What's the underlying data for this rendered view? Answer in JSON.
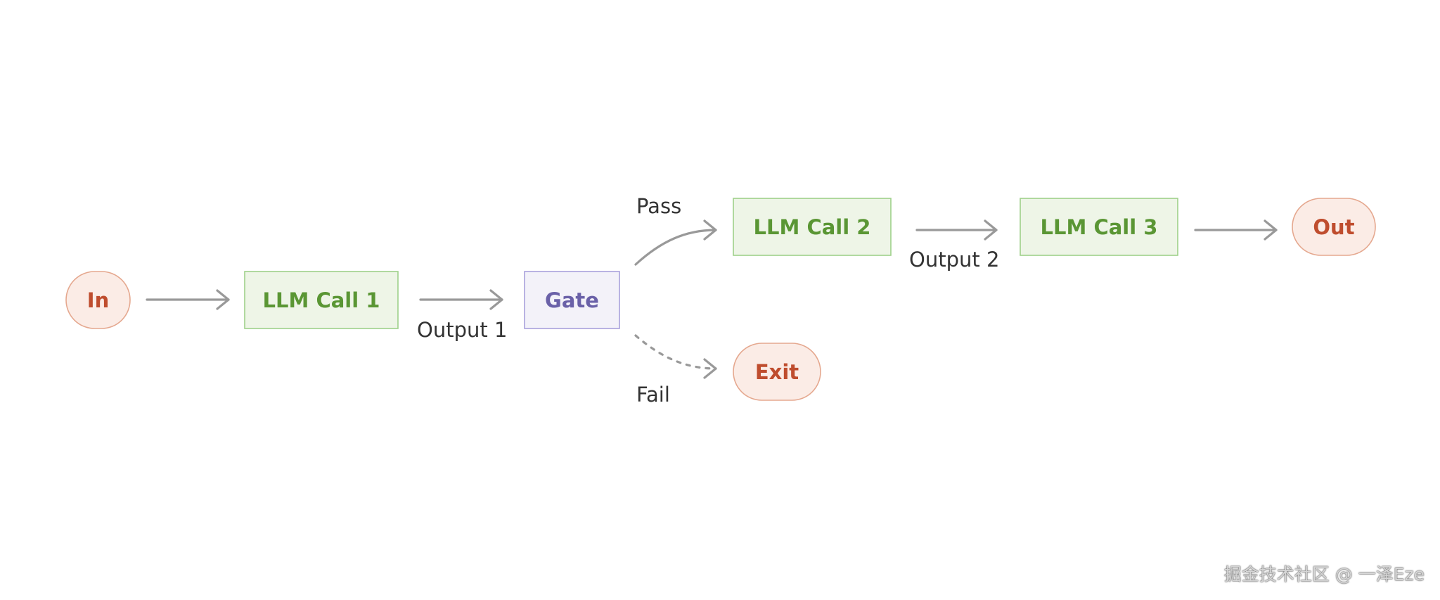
{
  "colors": {
    "terminal_fill": "#fbece6",
    "terminal_stroke": "#e5a88f",
    "terminal_text": "#bf4d2e",
    "llm_fill": "#eef5e7",
    "llm_stroke": "#9fd08a",
    "llm_text": "#5a9634",
    "gate_fill": "#f3f2f9",
    "gate_stroke": "#a9a2dc",
    "gate_text": "#6a61a8",
    "arrow": "#999999",
    "edge_label": "#333333"
  },
  "nodes": {
    "in": "In",
    "llm_call_1": "LLM Call 1",
    "gate": "Gate",
    "llm_call_2": "LLM Call 2",
    "llm_call_3": "LLM Call 3",
    "out": "Out",
    "exit": "Exit"
  },
  "edge_labels": {
    "output_1": "Output 1",
    "pass": "Pass",
    "fail": "Fail",
    "output_2": "Output 2"
  },
  "watermark": "掘金技术社区 @ 一泽Eze"
}
